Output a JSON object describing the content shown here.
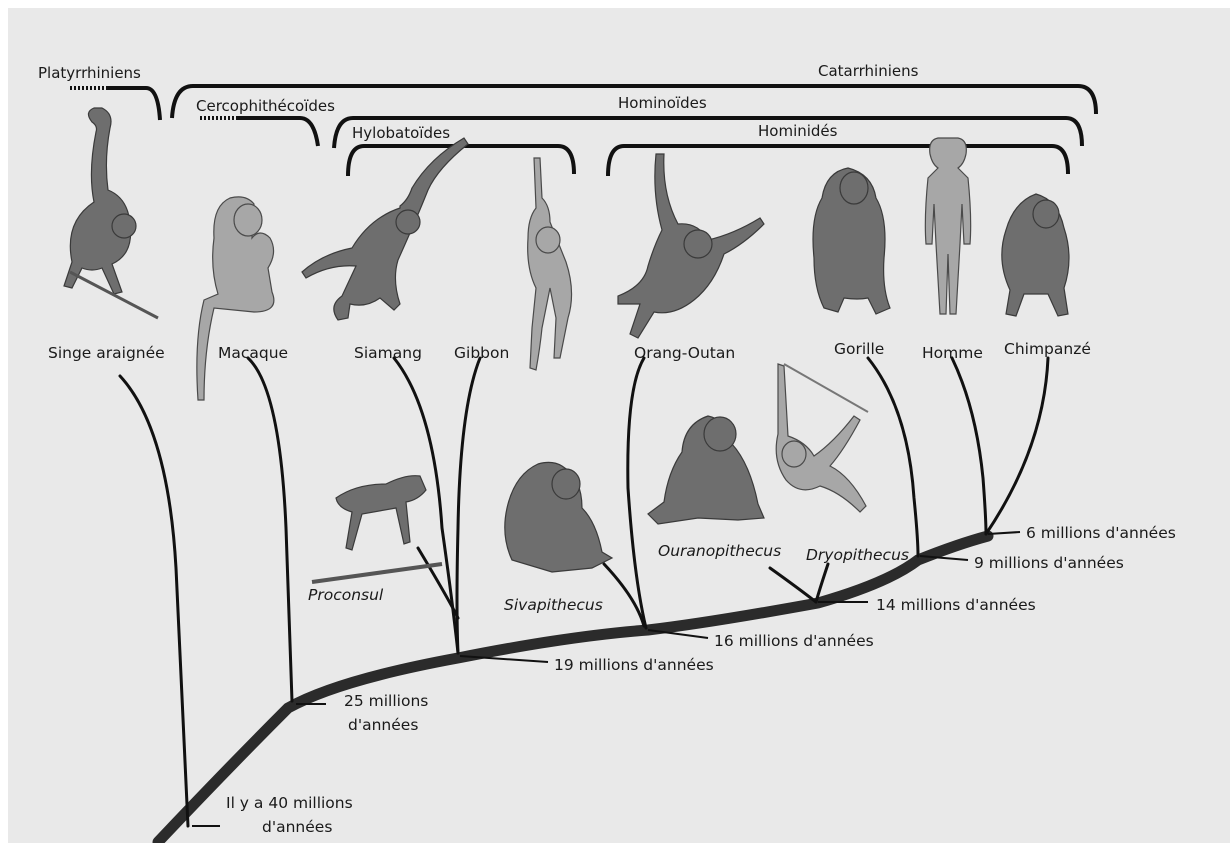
{
  "groups": {
    "platyrrhiniens": "Platyrrhiniens",
    "catarrhiniens": "Catarrhiniens",
    "cercopithecoides": "Cercophithécoïdes",
    "hominoides": "Hominoïdes",
    "hylobatoides": "Hylobatoïdes",
    "hominides": "Hominidés"
  },
  "species": {
    "singe_araignee": "Singe araignée",
    "macaque": "Macaque",
    "siamang": "Siamang",
    "gibbon": "Gibbon",
    "orang_outan": "Orang-Outan",
    "gorille": "Gorille",
    "homme": "Homme",
    "chimpanze": "Chimpanzé"
  },
  "fossils": {
    "proconsul": "Proconsul",
    "sivapithecus": "Sivapithecus",
    "ouranopithecus": "Ouranopithecus",
    "dryopithecus": "Dryopithecus"
  },
  "times": {
    "t40_line1": "Il y a 40 millions",
    "t40_line2": "d'années",
    "t25_line1": "25 millions",
    "t25_line2": "d'années",
    "t19": "19 millions d'années",
    "t16": "16 millions d'années",
    "t14": "14 millions d'années",
    "t9": "9 millions d'années",
    "t6": "6 millions d'années"
  }
}
